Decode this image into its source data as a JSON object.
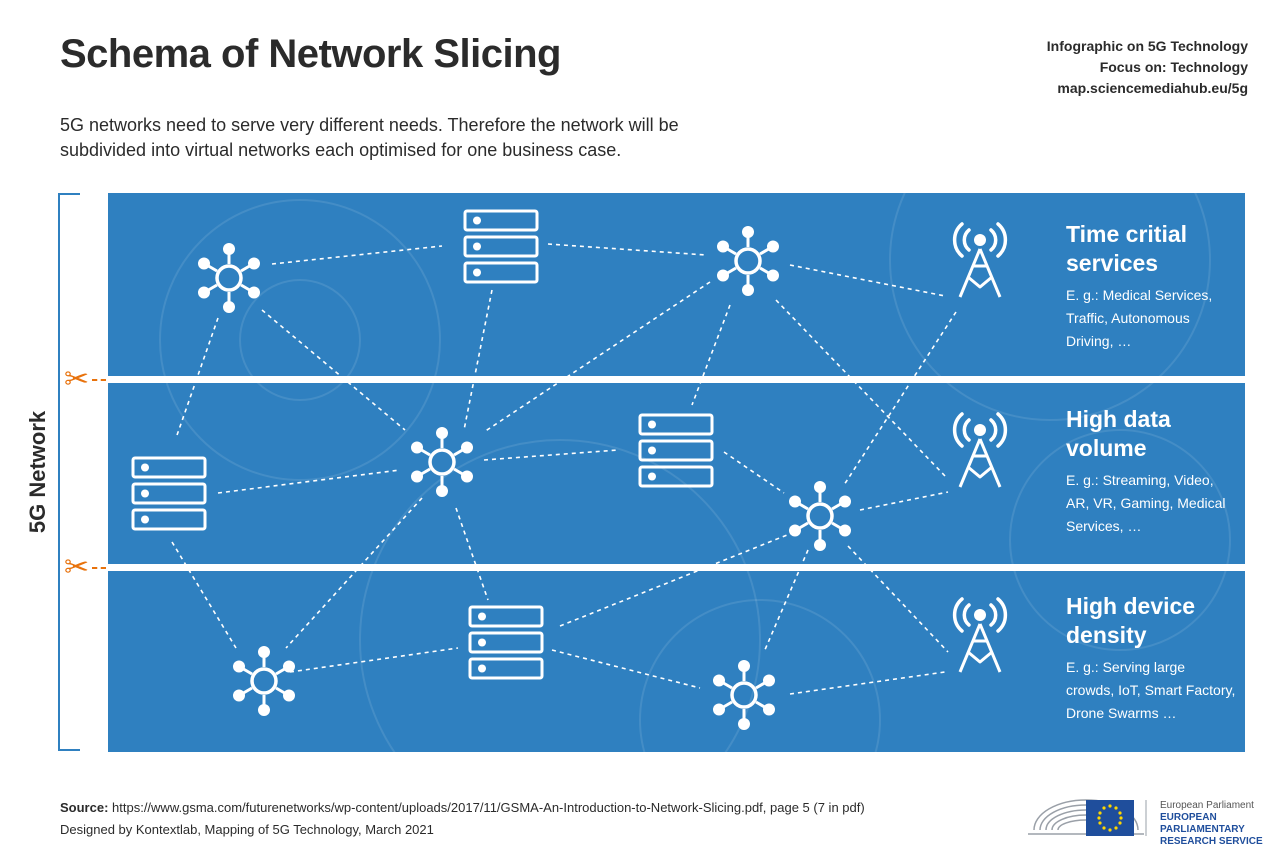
{
  "header": {
    "title": "Schema of Network Slicing",
    "subtitle": "5G networks need to serve very different needs. Therefore the network will be subdivided into virtual networks each optimised for one business case.",
    "meta": [
      "Infographic on 5G Technology",
      "Focus on: Technology",
      "map.sciencemediahub.eu/5g"
    ]
  },
  "side_label": "5G Network",
  "slices": [
    {
      "title": "Time critial services",
      "description": "E. g.: Medical Services, Traffic, Autonomous Driving, …"
    },
    {
      "title": "High data volume",
      "description": "E. g.: Streaming, Video, AR, VR, Gaming, Medical Services, …"
    },
    {
      "title": "High device density",
      "description": "E. g.: Serving large crowds, IoT, Smart Factory, Drone Swarms …"
    }
  ],
  "icons": {
    "hub": "network-hub-icon",
    "server": "server-icon",
    "antenna": "antenna-icon",
    "scissors": "scissors-icon"
  },
  "footer": {
    "source_label": "Source:",
    "source_text": " https://www.gsma.com/futurenetworks/wp-content/uploads/2017/11/GSMA-An-Introduction-to-Network-Slicing.pdf, page 5 (7 in pdf)",
    "designed": "Designed by Kontextlab, Mapping of 5G Technology, March 2021",
    "logo_line1": "European Parliament",
    "logo_line2": "EUROPEAN PARLIAMENTARY",
    "logo_line3": "RESEARCH SERVICE"
  },
  "colors": {
    "panel": "#2f80c0",
    "accent": "#e8720c",
    "text": "#2b2b2b",
    "eu_blue": "#1f4e9c",
    "eu_star": "#ffd700"
  }
}
